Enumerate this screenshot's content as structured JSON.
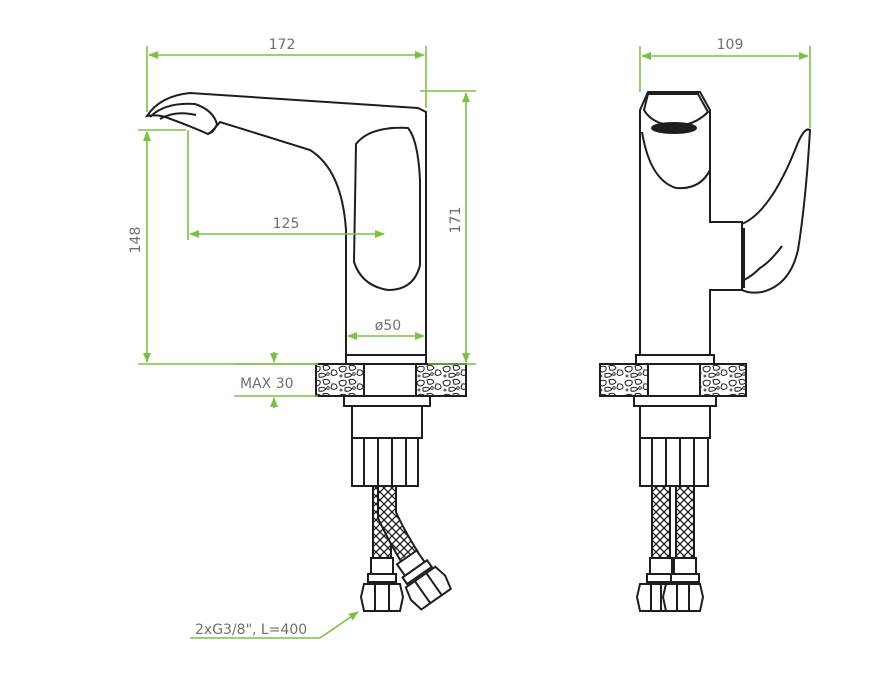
{
  "colors": {
    "background": "#ffffff",
    "line": "#1e1e1e",
    "dimension": "#7cc142",
    "dimension_text": "#6f6f6f"
  },
  "side_view": {
    "width_label": "172",
    "reach_label": "125",
    "spout_height_label": "148",
    "total_height_label": "171",
    "base_diameter_label": "ø50",
    "max_counter_label": "MAX 30",
    "hose_label": "2xG3/8\", L=400"
  },
  "front_view": {
    "depth_label": "109"
  }
}
